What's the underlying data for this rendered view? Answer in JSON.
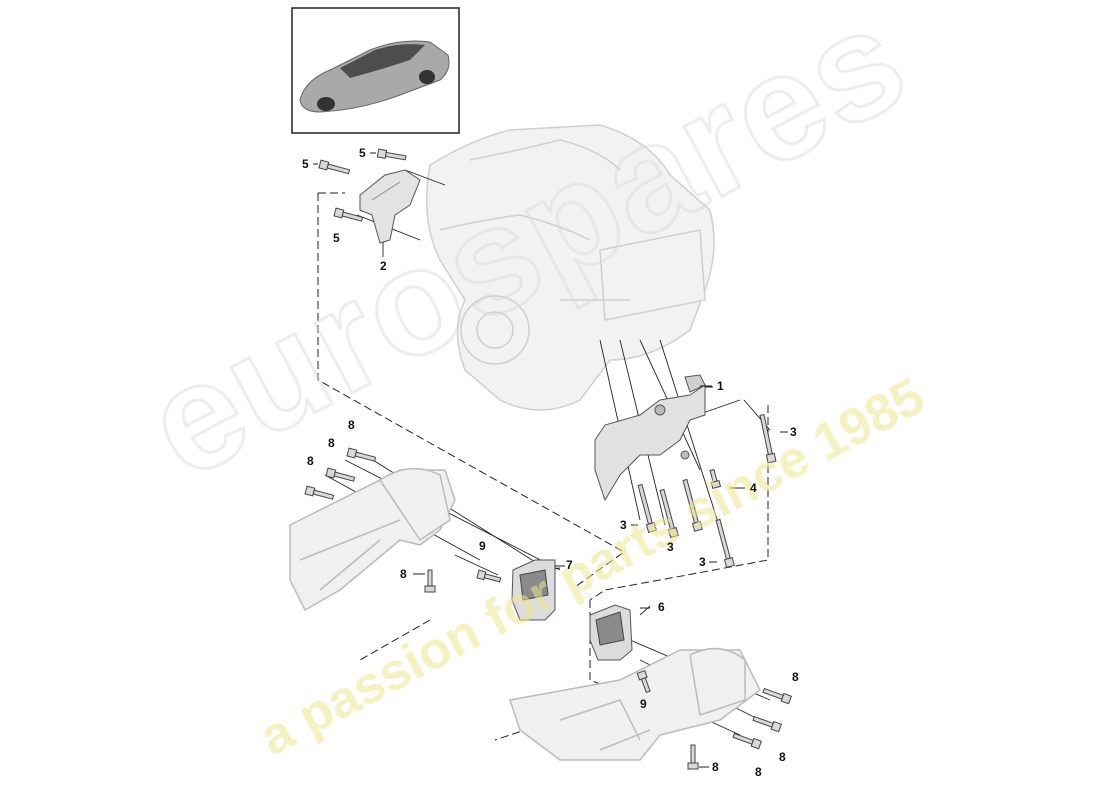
{
  "image": {
    "thumbnail_icon": "sports-car-thumbnail",
    "main_subject_icon": "v8-engine-assembly"
  },
  "colors": {
    "line": "#222222",
    "part_fill": "#e6e6e6",
    "part_stroke": "#555555",
    "ghost_engine": "#d9d9d9",
    "watermark_gray": "#d7d7d7",
    "watermark_yellow": "#ece68c"
  },
  "callouts": {
    "c1": "1",
    "c2": "2",
    "c3a": "3",
    "c3b": "3",
    "c3c": "3",
    "c3d": "3",
    "c4": "4",
    "c5a": "5",
    "c5b": "5",
    "c5c": "5",
    "c6": "6",
    "c7": "7",
    "c8a": "8",
    "c8b": "8",
    "c8c": "8",
    "c8d": "8",
    "c8e": "8",
    "c8f": "8",
    "c8g": "8",
    "c8h": "8",
    "c9a": "9",
    "c9b": "9"
  },
  "watermark": {
    "brand": "eurospares",
    "tagline": "a passion for parts since 1985"
  }
}
